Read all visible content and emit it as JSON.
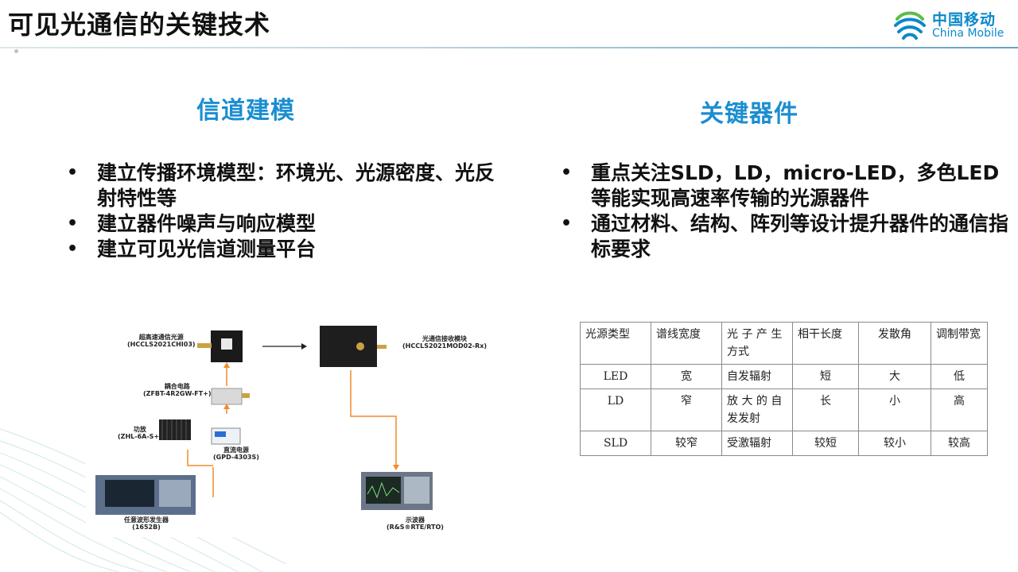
{
  "slide": {
    "title": "可见光通信的关键技术"
  },
  "logo": {
    "name_cn": "中国移动",
    "name_en": "China Mobile",
    "icon": "china-mobile-logo-icon"
  },
  "left": {
    "heading": "信道建模",
    "bullets": [
      "建立传播环境模型：环境光、光源密度、光反射特性等",
      "建立器件噪声与响应模型",
      "建立可见光信道测量平台"
    ]
  },
  "right": {
    "heading": "关键器件",
    "bullets": [
      "重点关注SLD，LD，micro-LED，多色LED等能实现高速率传输的光源器件",
      "通过材料、结构、阵列等设计提升器件的通信指标要求"
    ]
  },
  "diagram": {
    "source": {
      "name": "超高速通信光源",
      "model": "(HCCLS2021CHI03)"
    },
    "coupler": {
      "name": "耦合电路",
      "model": "(ZFBT-4R2GW-FT+)"
    },
    "amp": {
      "name": "功放",
      "model": "(ZHL-6A-S+)"
    },
    "dc": {
      "name": "直流电源",
      "model": "(GPD-4303S)"
    },
    "awg": {
      "name": "任意波形发生器",
      "model": "(1652B)"
    },
    "receiver": {
      "name": "光通信接收模块",
      "model": "(HCCLS2021MOD02-Rx)"
    },
    "scope": {
      "name": "示波器",
      "model": "(R&S®RTE/RTO)"
    }
  },
  "table": {
    "headers": [
      "光源类型",
      "谱线宽度",
      "光 子 产 生 方式",
      "相干长度",
      "发散角",
      "调制带宽"
    ],
    "rows": [
      [
        "LED",
        "宽",
        "自发辐射",
        "短",
        "大",
        "低"
      ],
      [
        "LD",
        "窄",
        "放 大 的 自 发发射",
        "长",
        "小",
        "高"
      ],
      [
        "SLD",
        "较窄",
        "受激辐射",
        "较短",
        "较小",
        "较高"
      ]
    ]
  },
  "colors": {
    "accent": "#1b8ed0",
    "logo": "#0b88c9",
    "arrow": "#f08c2a"
  }
}
